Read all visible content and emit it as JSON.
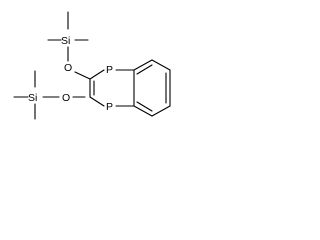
{
  "molecule": {
    "atoms": {
      "si_top": "Si",
      "si_bottom": "Si",
      "o_top": "O",
      "o_bottom": "O",
      "p_top": "P",
      "p_bottom": "P"
    }
  }
}
